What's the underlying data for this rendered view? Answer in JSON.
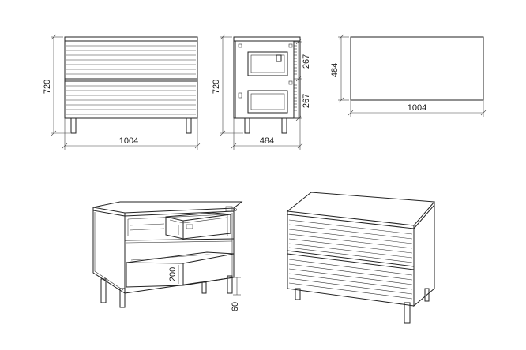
{
  "views": {
    "front": {
      "width_label": "1004",
      "height_label": "720"
    },
    "side": {
      "depth_label": "484",
      "height_label": "720",
      "drawer_top_label": "267",
      "drawer_bottom_label": "267"
    },
    "top": {
      "width_label": "1004",
      "depth_label": "484"
    },
    "open_perspective": {
      "drawer_depth_label": "200",
      "leg_height_label": "60"
    },
    "closed_perspective": {}
  }
}
